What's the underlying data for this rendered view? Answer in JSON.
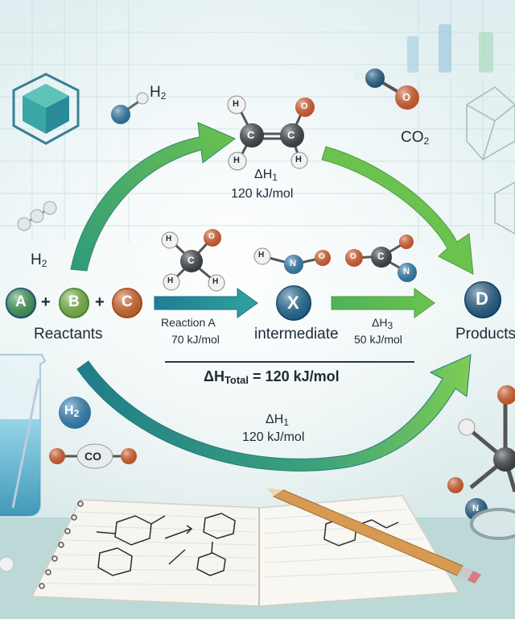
{
  "reactants": {
    "a": "A",
    "plus1": "+",
    "b": "B",
    "plus2": "+",
    "c": "C",
    "label": "Reactants"
  },
  "intermediate": {
    "symbol": "X",
    "label": "intermediate"
  },
  "product": {
    "symbol": "D",
    "label": "Products"
  },
  "top_path": {
    "delta": "ΔH",
    "subscript": "1",
    "value": "120 kJ/mol"
  },
  "middle_left": {
    "name": "Reaction A",
    "value": "70 kJ/mol"
  },
  "middle_right": {
    "delta": "ΔH",
    "subscript": "3",
    "value": "50 kJ/mol"
  },
  "total": {
    "delta": "ΔH",
    "subscript": "Total",
    "equation": "= 120 kJ/mol"
  },
  "bottom_path": {
    "delta": "ΔH",
    "subscript": "1",
    "value": "120 kJ/mol"
  },
  "floating_labels": {
    "h2_top": "H",
    "h2_top_sub": "2",
    "co2": "CO",
    "co2_sub": "2",
    "h2_left": "H",
    "h2_left_sub": "2",
    "h2_circle": "H",
    "h2_circle_sub": "2",
    "co_molecule": "CO"
  },
  "atoms": {
    "h": "H",
    "c": "C",
    "o": "O",
    "n": "N"
  },
  "colors": {
    "a_green": "#3fa05a",
    "b_green": "#7dc245",
    "c_orange": "#e06b2a",
    "x_blue": "#1f6d99",
    "d_blue": "#1f5f8c",
    "arrow_green": "#5dbb5e",
    "arrow_teal": "#2a8c8a",
    "oxygen": "#e35f2a",
    "nitrogen": "#2f82b6",
    "carbon": "#3d4246",
    "hydrogen": "#eeeeee"
  }
}
